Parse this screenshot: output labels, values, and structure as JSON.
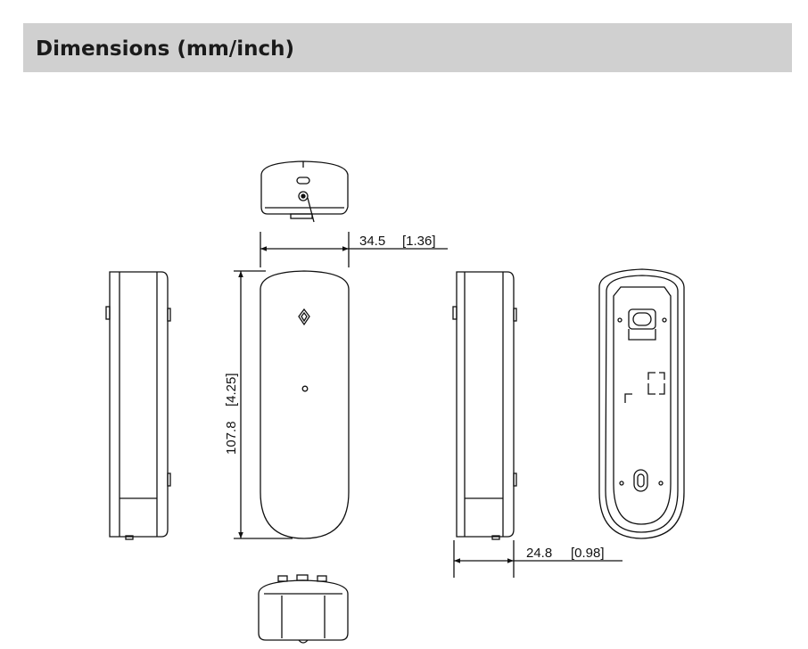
{
  "header": {
    "title": "Dimensions (mm/inch)"
  },
  "dimensions": {
    "width": {
      "mm": "34.5",
      "inch": "[1.36]"
    },
    "height": {
      "mm": "107.8",
      "inch": "[4.25]"
    },
    "depth": {
      "mm": "24.8",
      "inch": "[0.98]"
    }
  }
}
